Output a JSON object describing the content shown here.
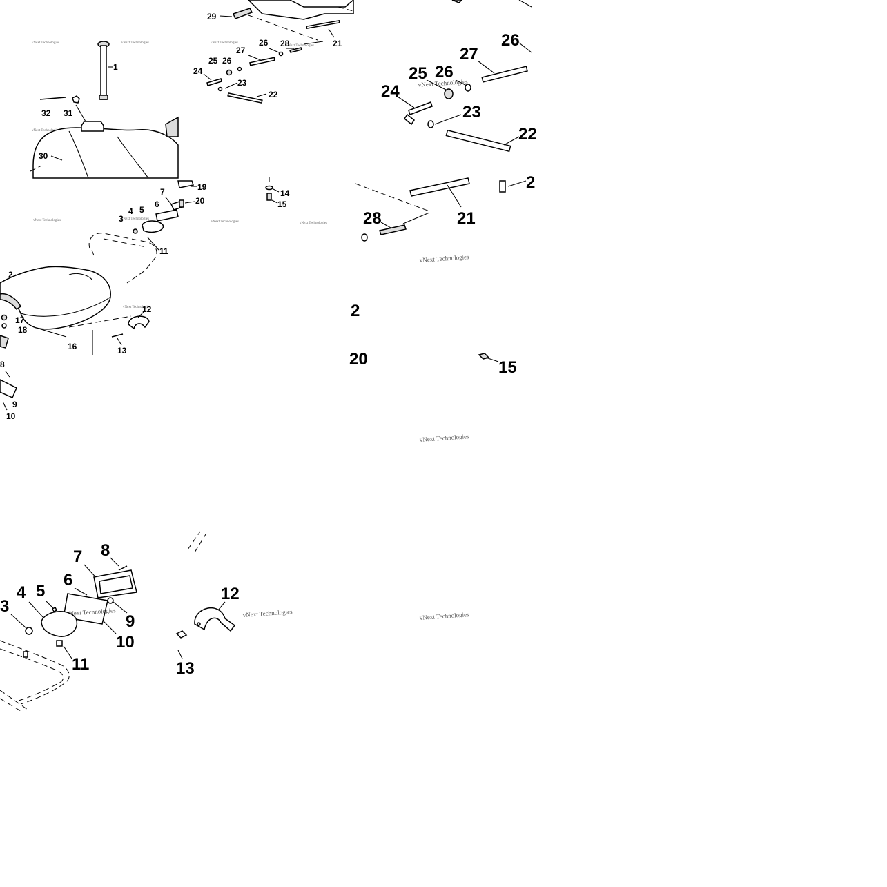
{
  "watermark": "vNext Technologies",
  "tiles": {
    "top_left": {
      "labels": {
        "p1": "1",
        "p30": "30",
        "p31": "31",
        "p32": "32"
      }
    },
    "top_middle": {
      "labels": {
        "p21": "21",
        "p22": "22",
        "p23": "23",
        "p24": "24",
        "p25": "25",
        "p26a": "26",
        "p26b": "26",
        "p27": "27",
        "p28": "28",
        "p29": "29"
      }
    },
    "top_right": {
      "labels": {
        "p21": "21",
        "p22": "22",
        "p23": "23",
        "p24": "24",
        "p25": "25",
        "p26a": "26",
        "p26b": "26",
        "p27": "27",
        "p28": "28",
        "p2x": "2"
      }
    },
    "middle_left": {
      "labels": {
        "p2": "2",
        "p3": "3",
        "p4": "4",
        "p5": "5",
        "p6": "6",
        "p7": "7",
        "p8": "8",
        "p9": "9",
        "p10": "10",
        "p11": "11",
        "p12": "12",
        "p13": "13",
        "p16": "16",
        "p17": "17",
        "p18": "18"
      }
    },
    "middle_middle": {
      "labels": {
        "p14": "14",
        "p15": "15",
        "p19": "19",
        "p20": "20"
      }
    },
    "middle_right": {
      "labels": {
        "p2": "2",
        "p20": "20",
        "p15": "15"
      }
    },
    "bottom_left": {
      "labels": {
        "p3": "3",
        "p4": "4",
        "p5": "5",
        "p6": "6",
        "p7": "7",
        "p8": "8",
        "p9": "9",
        "p10": "10",
        "p11": "11"
      }
    },
    "bottom_middle": {
      "labels": {
        "p12": "12",
        "p13": "13"
      }
    }
  }
}
